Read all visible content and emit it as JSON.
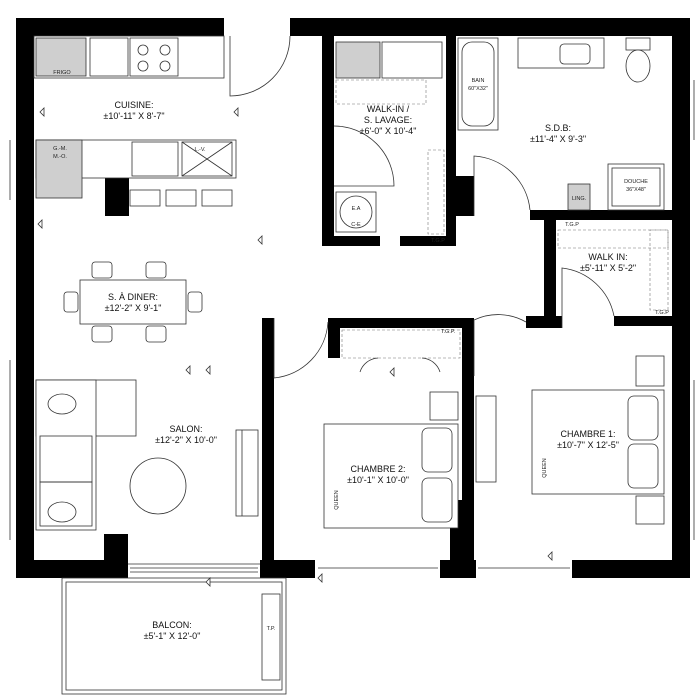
{
  "rooms": {
    "cuisine": {
      "name": "CUISINE:",
      "dim": "±10'-11\" X 8'-7\""
    },
    "walkin_lavage": {
      "name_1": "WALK-IN /",
      "name_2": "S. LAVAGE:",
      "dim": "±6'-0\" X 10'-4\""
    },
    "sdb": {
      "name": "S.D.B:",
      "dim": "±11'-4\" X 9'-3\""
    },
    "walkin": {
      "name": "WALK IN:",
      "dim": "±5'-11\" X 5'-2\""
    },
    "diner": {
      "name": "S. À DINER:",
      "dim": "±12'-2\" X 9'-1\""
    },
    "salon": {
      "name": "SALON:",
      "dim": "±12'-2\" X 10'-0\""
    },
    "chambre2": {
      "name": "CHAMBRE 2:",
      "dim": "±10'-1\" X 10'-0\""
    },
    "chambre1": {
      "name": "CHAMBRE 1:",
      "dim": "±10'-7\" X 12'-5\""
    },
    "balcon": {
      "name": "BALCON:",
      "dim": "±5'-1\" X 12'-0\""
    }
  },
  "fixtures": {
    "frigo": "FRIGO",
    "gm": "G.-M.",
    "mo": "M.-O.",
    "lv": "L.-V.",
    "ea": "E.A",
    "ce": "C-E",
    "bain": "BAIN",
    "bain_size": "60\"X32\"",
    "douche": "DOUCHE",
    "douche_size": "36\"X48\"",
    "ling": "LING.",
    "tgp": "T.G.P",
    "tgp_dot": "T.G.P.",
    "tp": "T.P.",
    "queen": "QUEEN"
  }
}
